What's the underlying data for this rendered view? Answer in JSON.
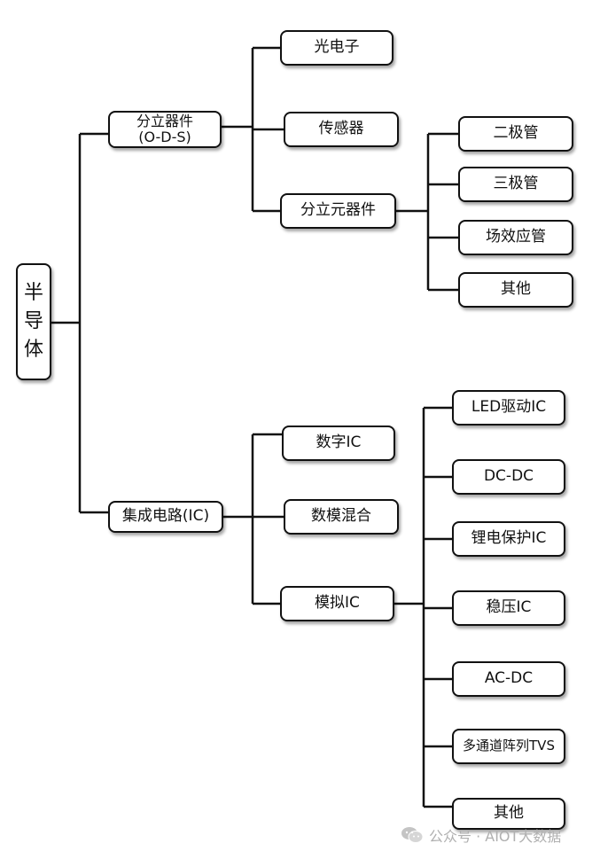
{
  "root": {
    "chars": [
      "半",
      "导",
      "体"
    ]
  },
  "discrete": {
    "label_line1": "分立器件",
    "label_line2": "(O-D-S)",
    "children": {
      "optoelectronics": "光电子",
      "sensor": "传感器",
      "discrete_components": "分立元器件"
    },
    "components": [
      "二极管",
      "三极管",
      "场效应管",
      "其他"
    ]
  },
  "ic": {
    "label": "集成电路(IC)",
    "children": {
      "digital": "数字IC",
      "mixed": "数模混合",
      "analog": "模拟IC"
    },
    "analog_items": [
      "LED驱动IC",
      "DC-DC",
      "锂电保护IC",
      "稳压IC",
      "AC-DC",
      "多通道阵列TVS",
      "其他"
    ]
  },
  "watermark": {
    "text": "公众号 · AIOT大数据",
    "icon": "wechat-icon"
  }
}
